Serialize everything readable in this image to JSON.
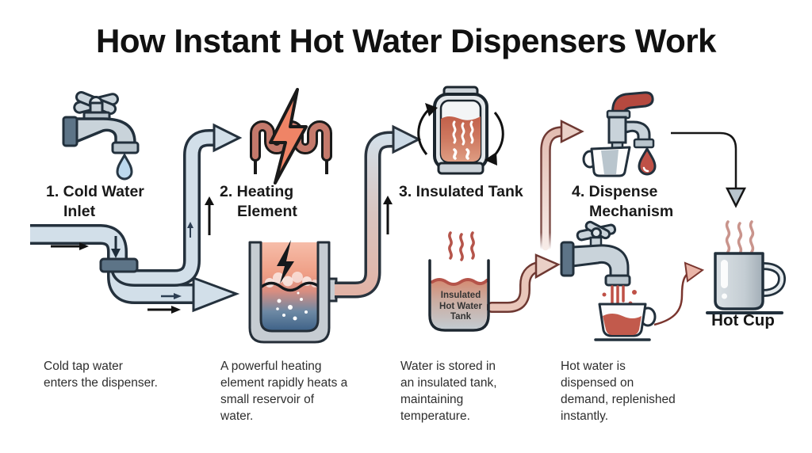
{
  "title": "How Instant Hot Water Dispensers Work",
  "steps": [
    {
      "label": "1. Cold Water\nInlet",
      "description": "Cold tap water\nenters the dispenser.",
      "icon": "cold-water-faucet-icon"
    },
    {
      "label": "2. Heating\nElement",
      "description": "A powerful heating\nelement rapidly heats a\nsmall reservoir of\nwater.",
      "icon": "heating-element-icon"
    },
    {
      "label": "3. Insulated Tank",
      "description": "Water is stored in\nan insulated tank,\nmaintaining\ntemperature.",
      "icon": "insulated-tank-icon"
    },
    {
      "label": "4. Dispense\nMechanism",
      "description": "Hot water is\ndispensed on\ndemand, replenished\ninstantly.",
      "icon": "dispense-mechanism-icon"
    }
  ],
  "result": {
    "label": "Hot Cup",
    "icon": "hot-cup-icon"
  },
  "diagram_labels": {
    "insulated_tank": "Insulated\nHot Water\nTank"
  },
  "colors": {
    "background": "#ffffff",
    "title_text": "#111111",
    "label_text": "#191919",
    "body_text": "#2e2e2e",
    "cold_pipe_fill": "#d2dfe9",
    "cold_pipe_outline": "#24313d",
    "hot_pipe_fill": "#e4c0b4",
    "hot_pipe_outline": "#6e3832",
    "heat_red": "#bf5147",
    "steam_red": "#b5544a",
    "bolt_salmon": "#ef8466",
    "coil_copper": "#c4796b",
    "water_drop_blue": "#bcd9ee",
    "metal_gray": "#c9d3da",
    "metal_dark": "#5d7487",
    "reservoir_hot_top": "#f6bda9",
    "reservoir_cold_bottom": "#3d6187"
  }
}
